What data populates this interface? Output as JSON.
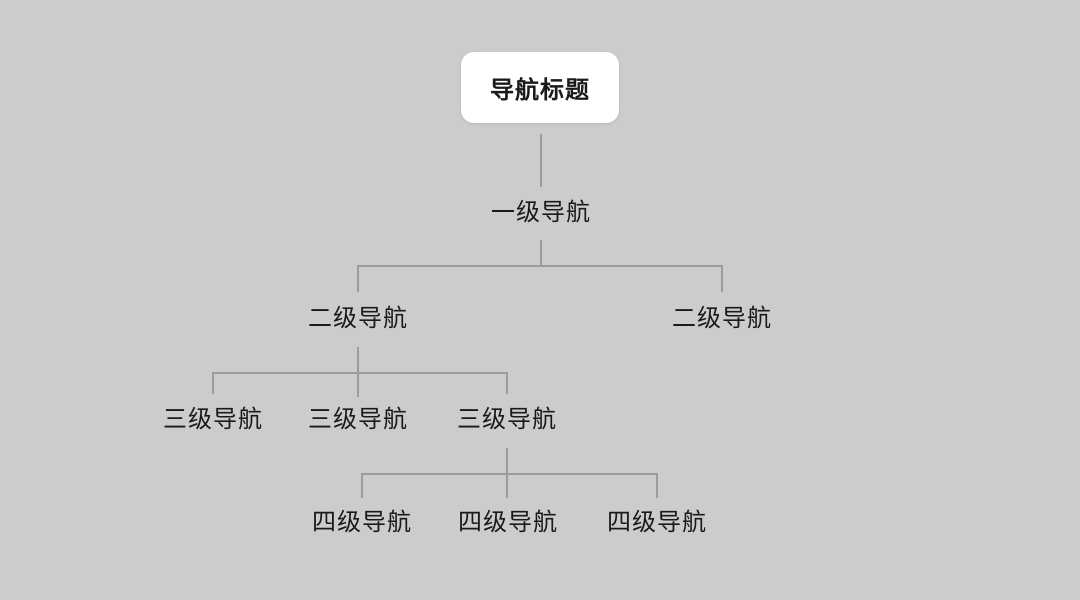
{
  "theme": {
    "background": "#cccccc",
    "line_color": "#9b9b9b",
    "text_color": "#1a1a1a",
    "node_box_background": "#ffffff"
  },
  "tree": {
    "title": "导航标题",
    "level1": {
      "label": "一级导航"
    },
    "level2": [
      {
        "label": "二级导航"
      },
      {
        "label": "二级导航"
      }
    ],
    "level3": [
      {
        "label": "三级导航"
      },
      {
        "label": "三级导航"
      },
      {
        "label": "三级导航"
      }
    ],
    "level4": [
      {
        "label": "四级导航"
      },
      {
        "label": "四级导航"
      },
      {
        "label": "四级导航"
      }
    ]
  }
}
